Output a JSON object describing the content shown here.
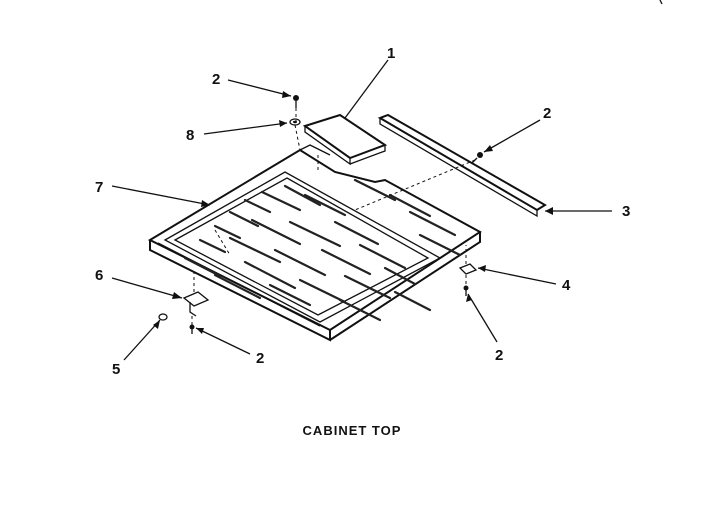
{
  "diagram": {
    "caption": "CABINET TOP",
    "callouts": [
      "1",
      "2",
      "8",
      "2",
      "7",
      "3",
      "6",
      "4",
      "5",
      "2",
      "2"
    ]
  }
}
